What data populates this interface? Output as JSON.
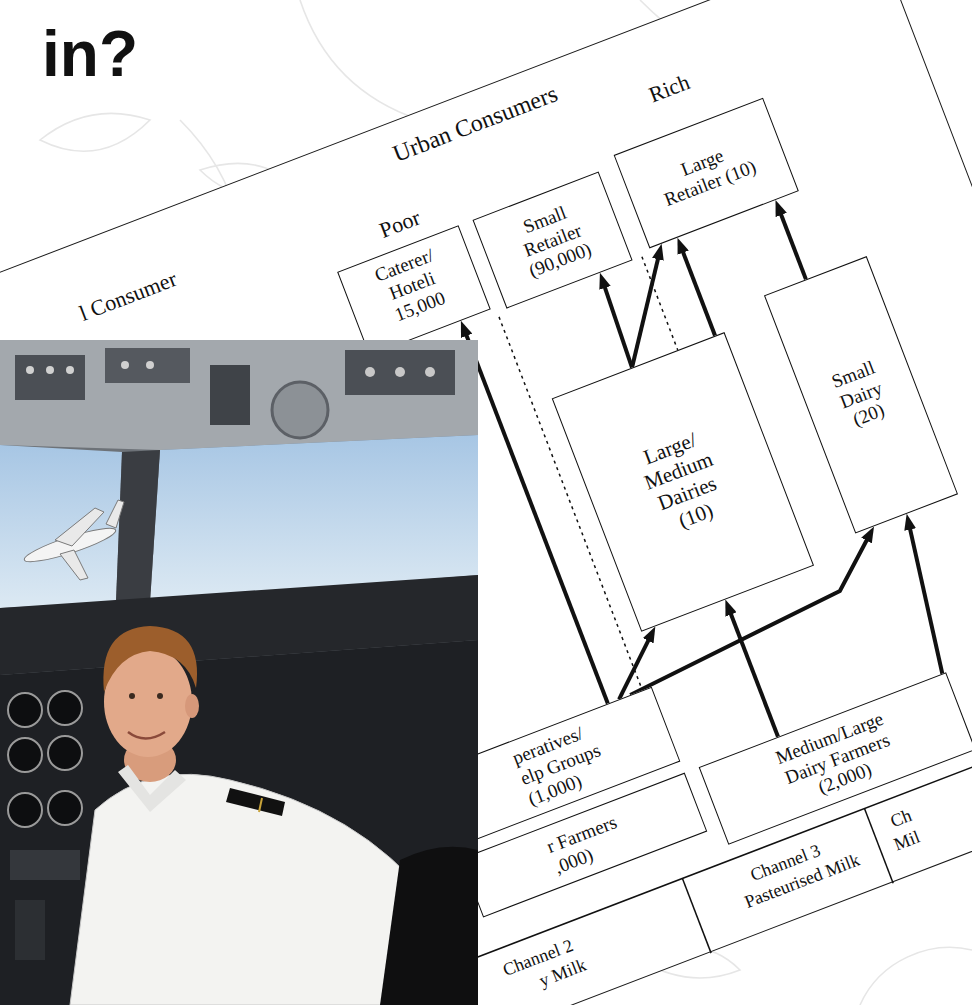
{
  "diagram": {
    "title": "in?",
    "nodes": [
      {
        "text": [
          "Caterer/ Hoteli 15,000"
        ]
      },
      {
        "text": [
          "Small Retailer (90,000)"
        ]
      },
      {
        "text": [
          "Large Retailer (10)"
        ]
      },
      {
        "text": [
          "Large/ Medium Dairies (10)"
        ]
      },
      {
        "text": [
          "Small Dairy (20)"
        ]
      },
      {
        "text": [
          "peratives/ elp Groups (1,000)"
        ]
      },
      {
        "text": [
          "r Farmers ,000)"
        ]
      },
      {
        "text": [
          "Medium/Large Dairy Farmers (2,000)"
        ]
      }
    ],
    "edges": [
      {
        "from": 3,
        "to": 1,
        "arrow": "to"
      },
      {
        "from": 3,
        "to": 2,
        "arrow": "to"
      },
      {
        "from": 3,
        "to": 2,
        "arrow": "to"
      },
      {
        "from": 4,
        "to": 2,
        "arrow": "to"
      },
      {
        "from": 5,
        "to": 0,
        "arrow": "to"
      },
      {
        "from": 5,
        "to": 3,
        "arrow": "to"
      },
      {
        "from": 5,
        "to": 4,
        "arrow": "to"
      },
      {
        "from": 7,
        "to": 3,
        "arrow": "to"
      },
      {
        "from": 7,
        "to": 4,
        "arrow": "to"
      }
    ],
    "labels": [
      "Urban Consumers",
      "l Consumer",
      "Poor",
      "Rich",
      "Channel 2",
      "y Milk",
      "Channel 3",
      "Pasteurised Milk",
      "Ch",
      "Mil"
    ]
  }
}
